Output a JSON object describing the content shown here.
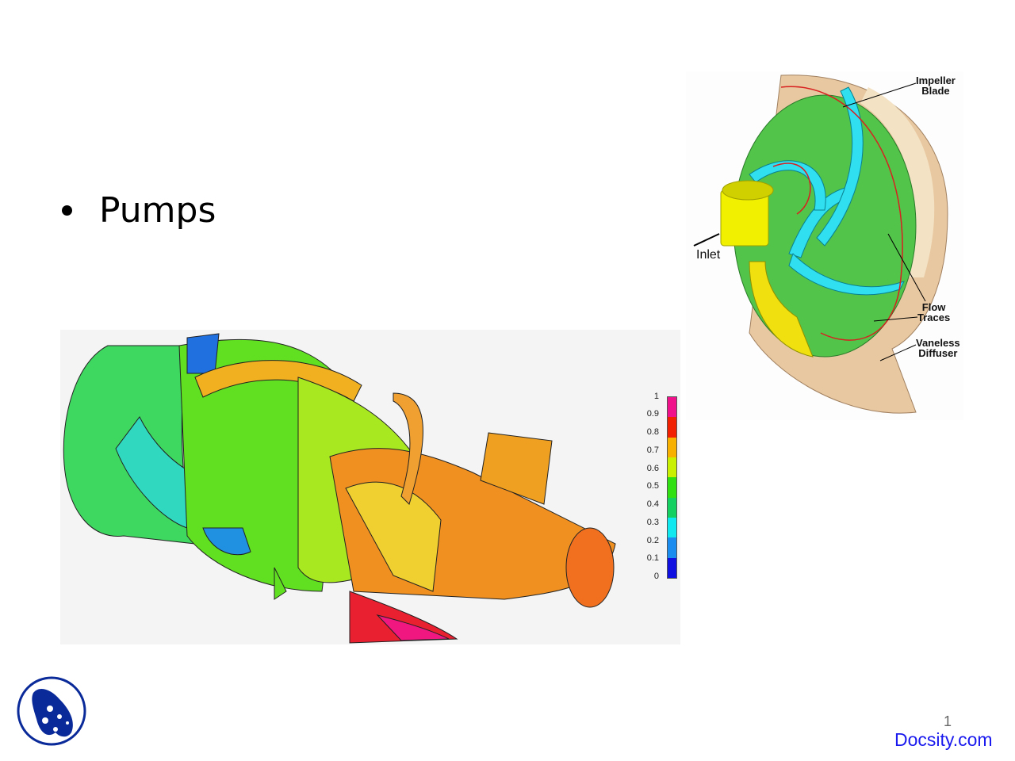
{
  "slide": {
    "bullet_text": "Pumps",
    "page_number": "1",
    "watermark": "Docsity.com"
  },
  "impeller_figure": {
    "labels": {
      "impeller_blade_1": "Impeller",
      "impeller_blade_2": "Blade",
      "inlet": "Inlet",
      "flow_traces_1": "Flow",
      "flow_traces_2": "Traces",
      "vaneless_diffuser_1": "Vaneless",
      "vaneless_diffuser_2": "Diffuser"
    }
  },
  "cfd_figure": {
    "colorbar": {
      "ticks": [
        "1",
        "0.9",
        "0.8",
        "0.7",
        "0.6",
        "0.5",
        "0.4",
        "0.3",
        "0.2",
        "0.1",
        "0"
      ],
      "colors": [
        "#1010e0",
        "#1a8cf0",
        "#10e8f0",
        "#14d060",
        "#30e010",
        "#c8f000",
        "#f8b000",
        "#f02000",
        "#f0108a"
      ]
    }
  },
  "colors": {
    "watermark": "#1a1aee",
    "logo": "#0a2a9a"
  }
}
